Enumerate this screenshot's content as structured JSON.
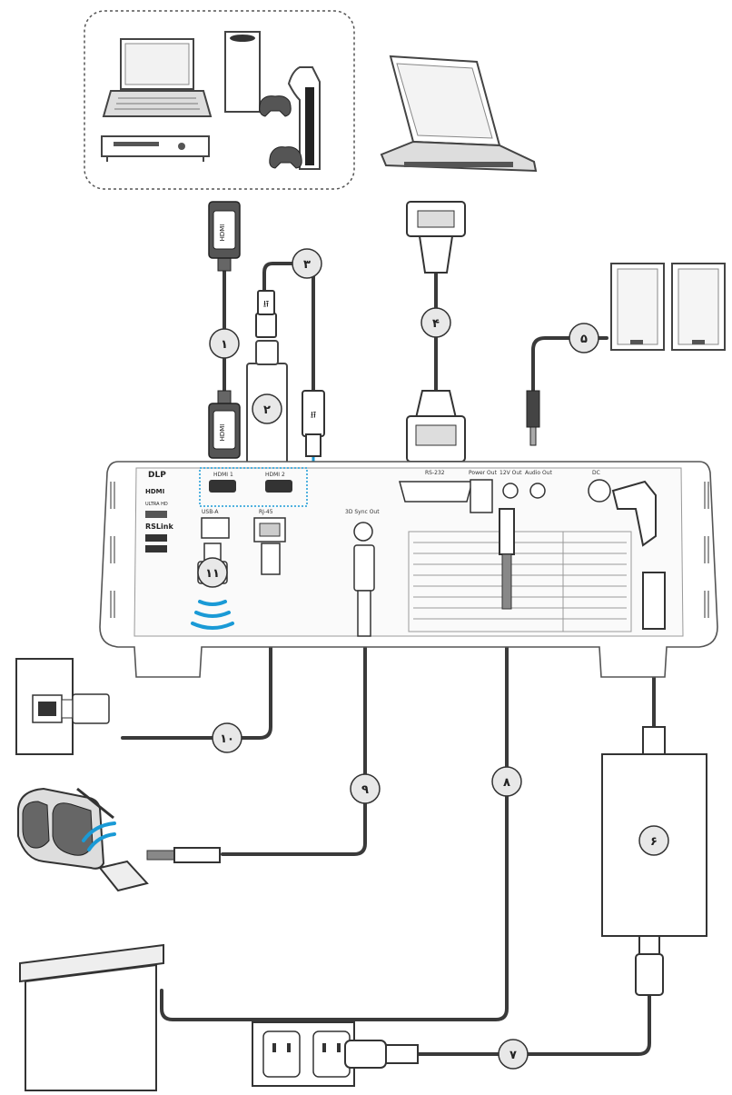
{
  "ports": {
    "hdmi1": "HDMI 1",
    "hdmi2": "HDMI 2",
    "rs232": "RS-232",
    "power_out": "Power Out",
    "out_12v": "12V Out",
    "audio_out": "Audio Out",
    "dc": "DC",
    "usb_a": "USB-A",
    "rj45": "RJ-45",
    "sync_3d": "3D Sync Out"
  },
  "logos": {
    "dlp": "DLP",
    "hdmi": "HDMI",
    "ultra_hd": "ULTRA HD",
    "rslink": "RSLink"
  },
  "callouts": [
    "۱",
    "۲",
    "۳",
    "۴",
    "۵",
    "۶",
    "۷",
    "۸",
    "۹",
    "۱۰",
    "۱۱"
  ],
  "colors": {
    "cable": "#3a3a3a",
    "highlight": "#1a9ad6",
    "wifi": "#1a9ad6",
    "line": "#444444"
  },
  "icons": [
    "laptop-icon",
    "game-console-icon",
    "gamepad-icon",
    "dvd-player-icon",
    "speaker-icon",
    "glasses-3d-icon",
    "wifi-icon",
    "wall-outlet-icon",
    "ethernet-jack-icon",
    "projection-screen-icon",
    "power-adapter-icon"
  ]
}
